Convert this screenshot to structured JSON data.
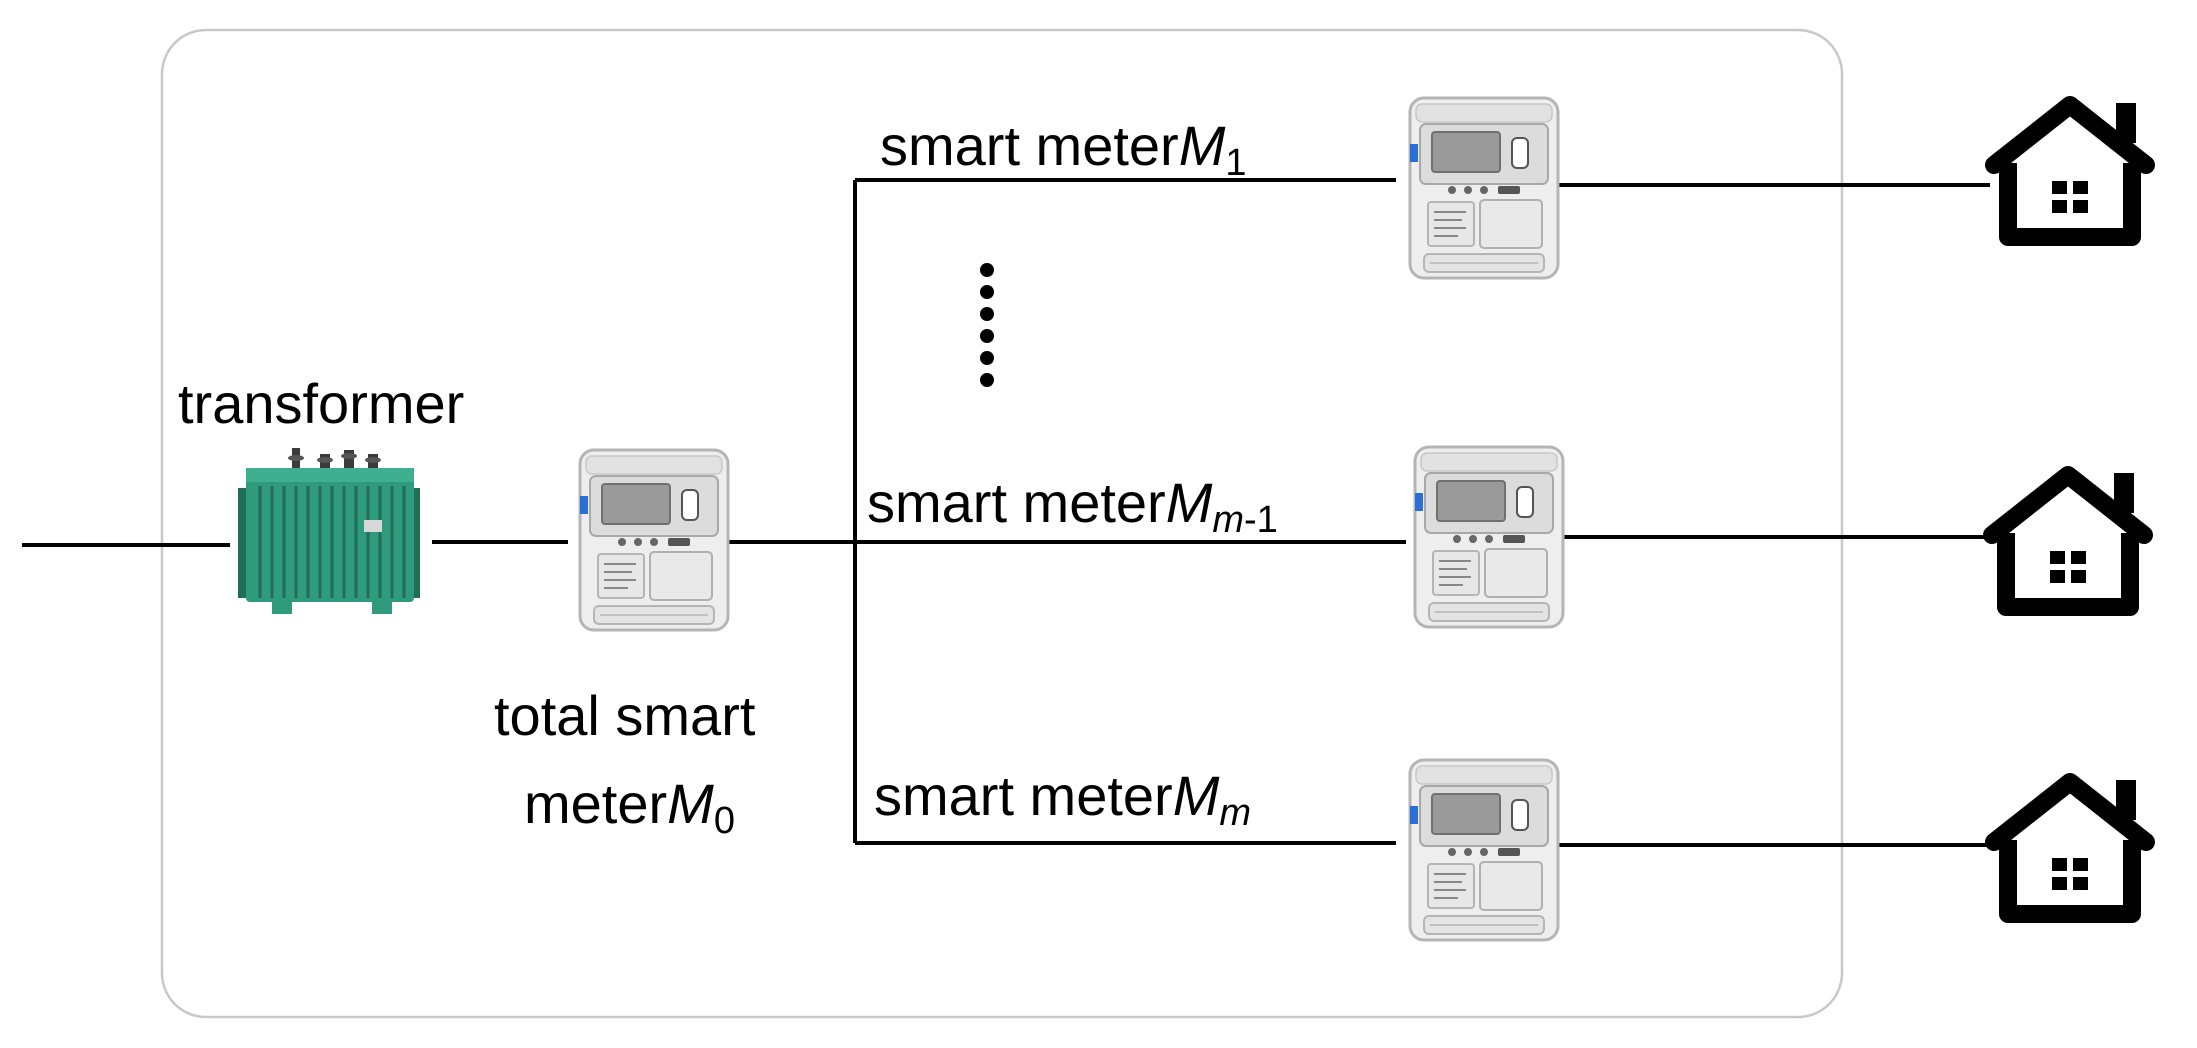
{
  "labels": {
    "transformer": "transformer",
    "total_line1": "total smart",
    "total_line2_prefix": "meter",
    "total_symbol": "M",
    "total_subscript": "0",
    "meter_prefix": "smart meter",
    "meter_symbol": "M",
    "meter1_subscript": "1",
    "meter_m1_subscript_italic": "m",
    "meter_m1_subscript_suffix": "-1",
    "meter_m_subscript": "m"
  },
  "colors": {
    "line": "#000000",
    "frame": "#c8c8c8",
    "transformer_body": "#2f9a7c",
    "transformer_dark": "#1f6f58",
    "meter_body": "#ececec",
    "meter_screen": "#9a9a9a",
    "house": "#000000"
  },
  "icons": {
    "transformer": "transformer-icon",
    "meter": "smart-meter-icon",
    "house": "house-icon",
    "ellipsis": "vertical-ellipsis-icon"
  }
}
